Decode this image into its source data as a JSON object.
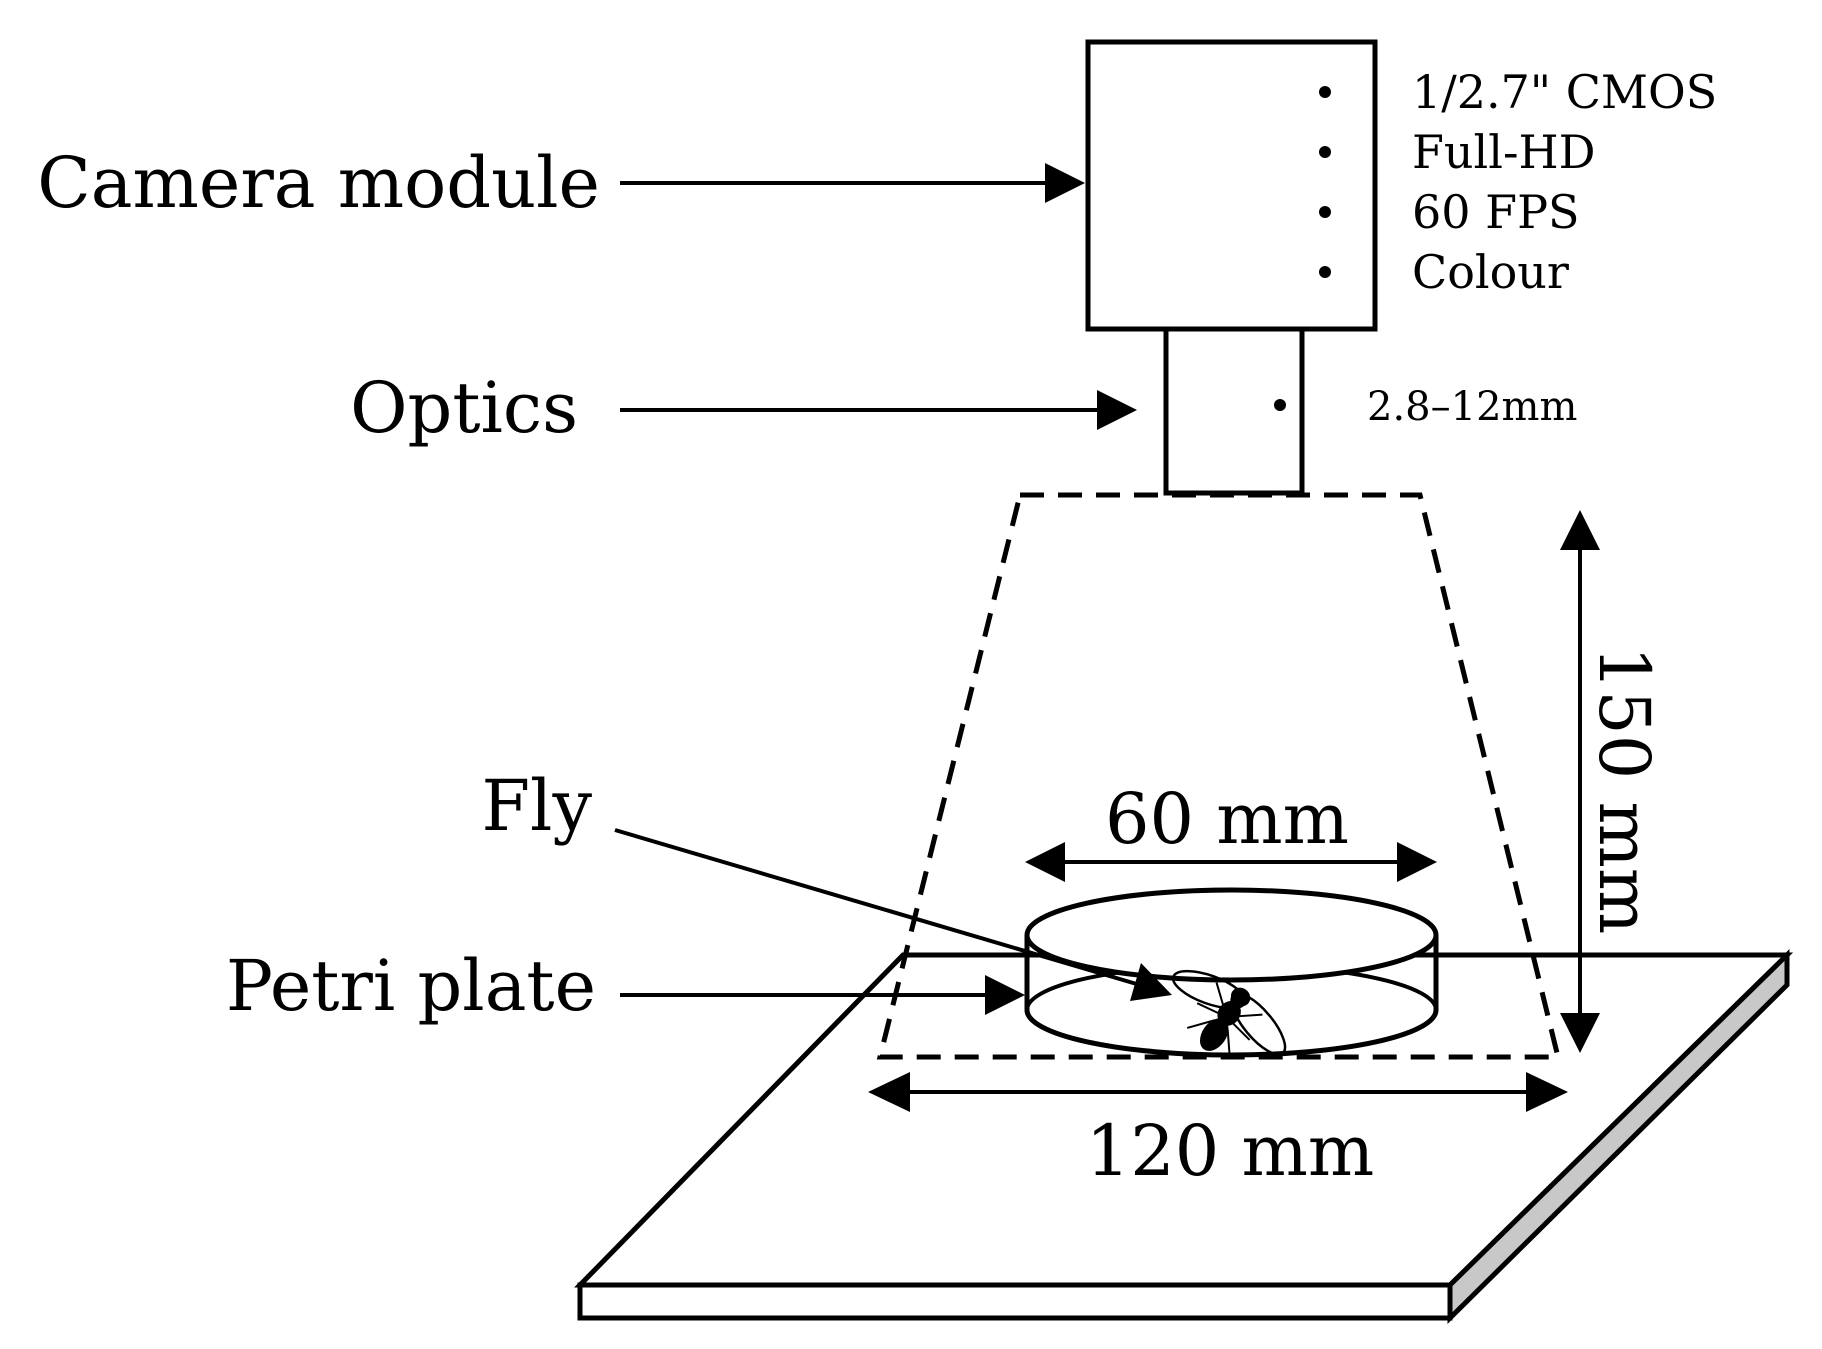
{
  "labels": {
    "camera_module": "Camera module",
    "optics": "Optics",
    "fly": "Fly",
    "petri_plate": "Petri plate"
  },
  "camera_specs": [
    "1/2.7\" CMOS",
    "Full-HD",
    "60 FPS",
    "Colour"
  ],
  "optics_spec": "2.8–12mm",
  "dimensions": {
    "dish_diameter": "60 mm",
    "field_width": "120 mm",
    "working_distance": "150 mm"
  },
  "colors": {
    "line": "#000000",
    "background": "#ffffff",
    "base_side_shade": "#c8c8c8"
  }
}
